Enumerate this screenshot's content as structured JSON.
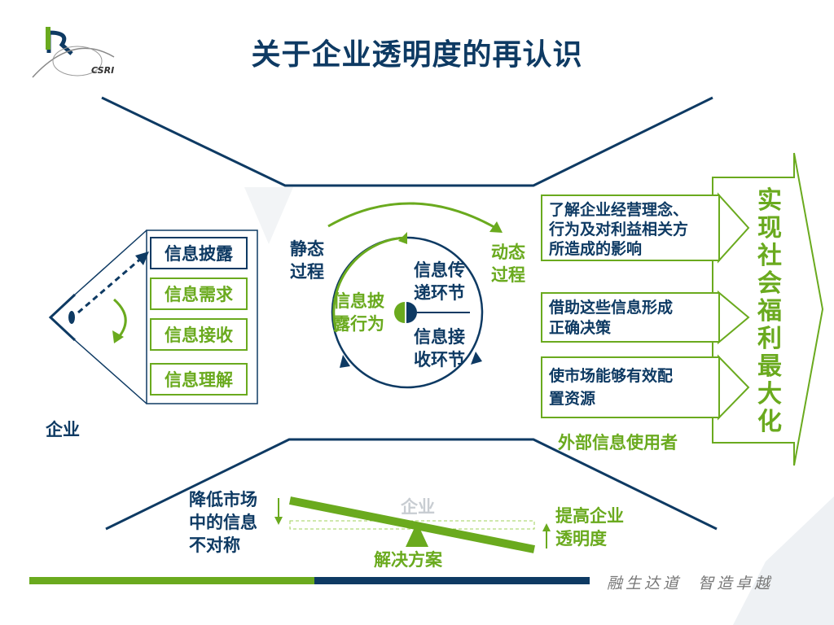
{
  "title": "关于企业透明度的再认识",
  "logo": {
    "text": "CSRI"
  },
  "left": {
    "items": [
      "信息披露",
      "信息需求",
      "信息接收",
      "信息理解"
    ],
    "enterprise_label": "企业"
  },
  "center": {
    "static_process": "静态\n过程",
    "dynamic_process": "动态\n过程",
    "disclosure_behavior": "信息披\n露行为",
    "transfer_link": "信息传\n递环节",
    "receive_link": "信息接\n收环节"
  },
  "right": {
    "items": [
      "了解企业经营理念、\n行为及对利益相关方\n所造成的影响",
      "借助这些信息形成\n正确决策",
      "使市场能够有效配\n置资源"
    ],
    "external_users": "外部信息使用者",
    "goal_vertical": "实现社会福利最大化"
  },
  "bottom": {
    "reduce_asymmetry": "降低市场\n中的信息\n不对称",
    "enterprise": "企业",
    "solution": "解决方案",
    "improve_transparency": "提高企业\n透明度"
  },
  "footer": {
    "slogan": "融生达道  智造卓越"
  },
  "colors": {
    "navy": "#0e3a63",
    "green": "#6aaa1e",
    "light_green": "#9fd05a"
  }
}
